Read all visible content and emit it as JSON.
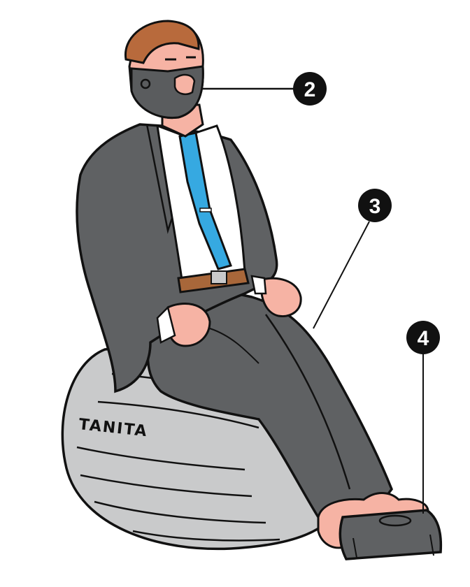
{
  "illustration": {
    "ball_brand": "TANITA",
    "callouts": [
      {
        "number": "2",
        "target": "face-mask"
      },
      {
        "number": "3",
        "target": "suit"
      },
      {
        "number": "4",
        "target": "foot-device"
      }
    ]
  },
  "colors": {
    "outline": "#111111",
    "suit": "#5f6163",
    "mask": "#5a5c5e",
    "ball": "#c9cacb",
    "skin": "#f6b3a4",
    "hair": "#b86a3c",
    "tie": "#36a9e1",
    "shirt": "#ffffff",
    "belt": "#a8673a",
    "badge": "#111111",
    "badge_text": "#ffffff"
  }
}
